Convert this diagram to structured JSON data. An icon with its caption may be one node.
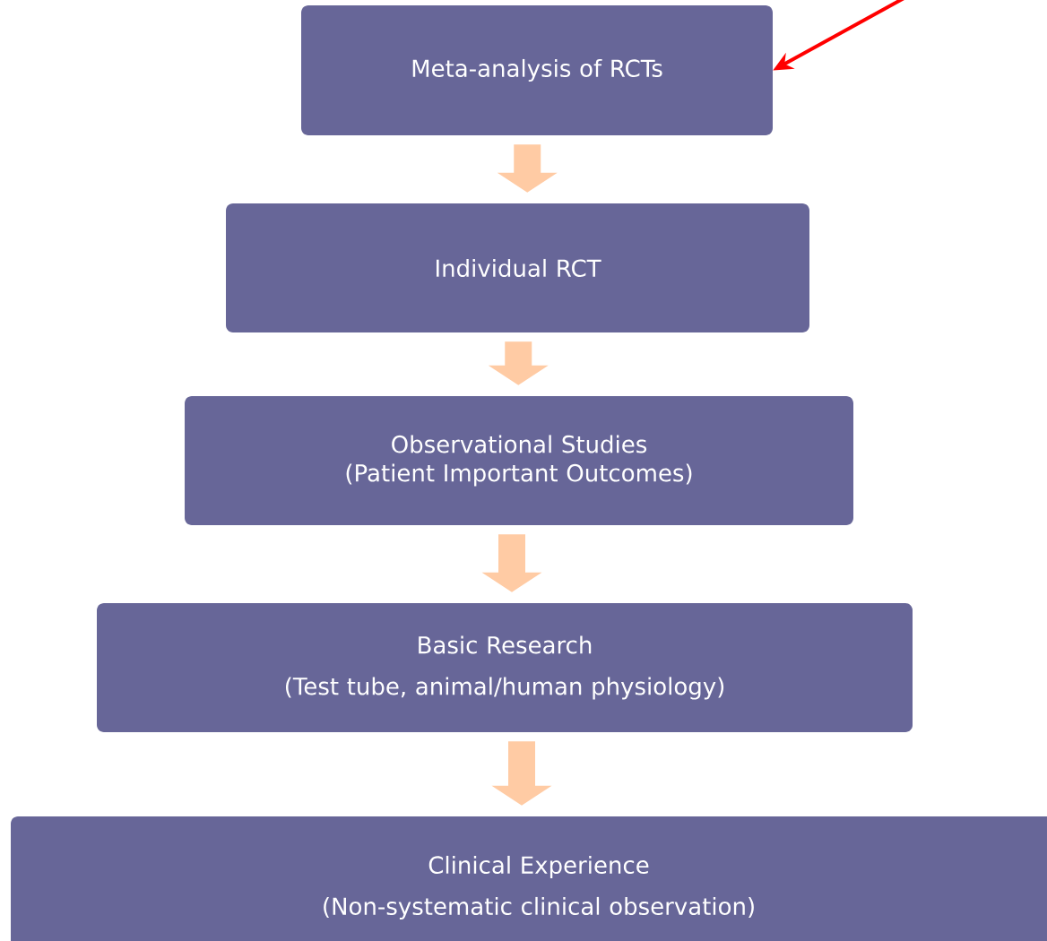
{
  "diagram": {
    "nodes": [
      {
        "text": [
          "Meta-analysis of RCTs"
        ]
      },
      {
        "text": [
          "Individual RCT"
        ]
      },
      {
        "text": [
          "Observational Studies (Patient Important Outcomes)"
        ]
      },
      {
        "text": [
          "Basic Research",
          "(Test tube, animal/human physiology)"
        ]
      },
      {
        "text": [
          "Clinical Experience",
          "(Non-systematic clinical observation)"
        ]
      }
    ],
    "edges": [
      {
        "from": 0,
        "to": 1,
        "arrow": "to"
      },
      {
        "from": 1,
        "to": 2,
        "arrow": "to"
      },
      {
        "from": 2,
        "to": 3,
        "arrow": "to"
      },
      {
        "from": 3,
        "to": 4,
        "arrow": "to"
      },
      {
        "from": null,
        "to": 0,
        "arrow": "to",
        "color": "#ff0000"
      }
    ]
  }
}
